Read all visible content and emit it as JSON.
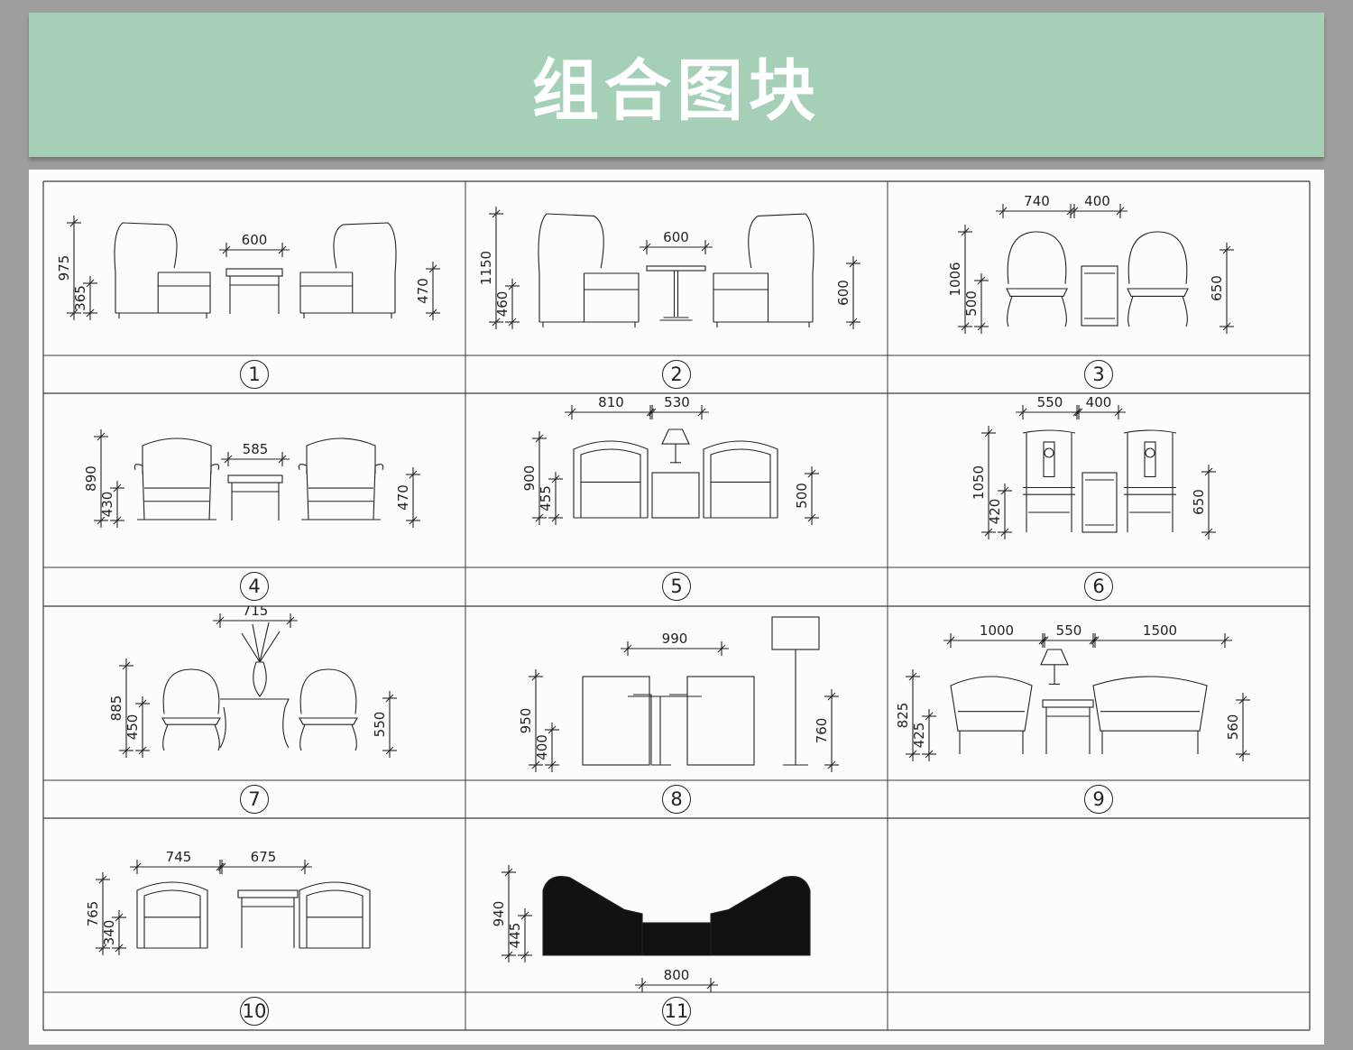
{
  "title": "组合图块",
  "colors": {
    "banner": "#a6cfb7",
    "line": "#222222",
    "background": "#9e9e9e",
    "sheet": "#fcfcfc"
  },
  "cells": [
    {
      "label": "1",
      "widths": [
        "600"
      ],
      "heights": [
        "975",
        "365"
      ],
      "right_height": "470"
    },
    {
      "label": "2",
      "widths": [
        "600"
      ],
      "heights": [
        "1150",
        "460"
      ],
      "right_height": "600"
    },
    {
      "label": "3",
      "widths": [
        "740",
        "400"
      ],
      "heights": [
        "1006",
        "500"
      ],
      "right_height": "650"
    },
    {
      "label": "4",
      "widths": [
        "585"
      ],
      "heights": [
        "890",
        "430"
      ],
      "right_height": "470"
    },
    {
      "label": "5",
      "widths": [
        "810",
        "530"
      ],
      "heights": [
        "900",
        "455"
      ],
      "right_height": "500"
    },
    {
      "label": "6",
      "widths": [
        "550",
        "400"
      ],
      "heights": [
        "1050",
        "420"
      ],
      "right_height": "650"
    },
    {
      "label": "7",
      "widths": [
        "715"
      ],
      "heights": [
        "885",
        "450"
      ],
      "right_height": "550"
    },
    {
      "label": "8",
      "widths": [
        "990"
      ],
      "heights": [
        "950",
        "400"
      ],
      "right_height": "760"
    },
    {
      "label": "9",
      "widths": [
        "1000",
        "550",
        "1500"
      ],
      "heights": [
        "825",
        "425"
      ],
      "right_height": "560"
    },
    {
      "label": "10",
      "widths": [
        "745",
        "675"
      ],
      "heights": [
        "765",
        "340"
      ],
      "right_height": ""
    },
    {
      "label": "11",
      "widths": [
        "800"
      ],
      "heights": [
        "940",
        "445"
      ],
      "right_height": ""
    }
  ]
}
